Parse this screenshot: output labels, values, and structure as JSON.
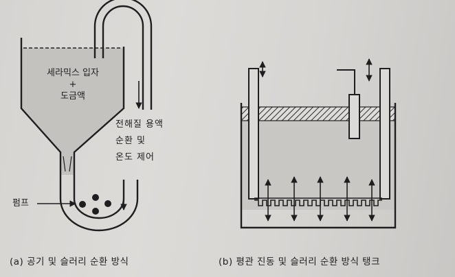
{
  "diagram_a": {
    "tank_label_lines": [
      "세라믹스 입자",
      "+",
      "도금액"
    ],
    "side_label_lines": [
      "전해질 용액",
      "순환 및",
      "온도 제어"
    ],
    "pump_label": "펌프",
    "caption": "(a) 공기 및 슬러리 순환 방식"
  },
  "diagram_b": {
    "caption": "(b) 평관 진동 및 슬러리 순환 방식 탱크"
  },
  "colors": {
    "ink": "#1e1e1e",
    "liquid": "#c2c0bd",
    "paper": "#dcdad7"
  }
}
